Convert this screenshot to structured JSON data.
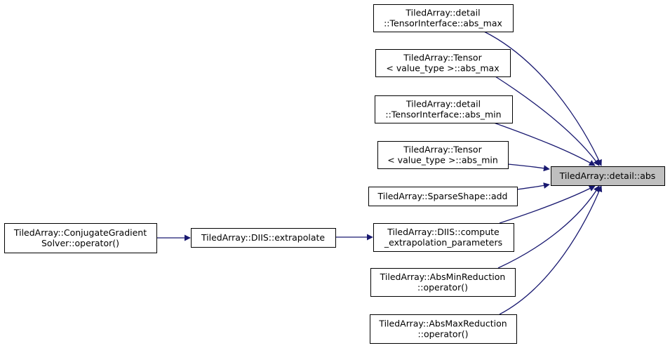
{
  "colors": {
    "edge": "#191970",
    "node_fill": "#ffffff",
    "focus_fill": "#bfbfbf",
    "node_stroke": "#000000"
  },
  "graph": {
    "focus": {
      "id": "abs",
      "lines": [
        "TiledArray::detail::abs"
      ]
    },
    "callers": [
      {
        "id": "ti_abs_max",
        "lines": [
          "TiledArray::detail",
          "::TensorInterface::abs_max"
        ]
      },
      {
        "id": "tensor_abs_max",
        "lines": [
          "TiledArray::Tensor",
          "< value_type >::abs_max"
        ]
      },
      {
        "id": "ti_abs_min",
        "lines": [
          "TiledArray::detail",
          "::TensorInterface::abs_min"
        ]
      },
      {
        "id": "tensor_abs_min",
        "lines": [
          "TiledArray::Tensor",
          "< value_type >::abs_min"
        ]
      },
      {
        "id": "sparse_add",
        "lines": [
          "TiledArray::SparseShape::add"
        ]
      },
      {
        "id": "diis_compute",
        "lines": [
          "TiledArray::DIIS::compute",
          "_extrapolation_parameters"
        ]
      },
      {
        "id": "absmin_op",
        "lines": [
          "TiledArray::AbsMinReduction",
          "::operator()"
        ]
      },
      {
        "id": "absmax_op",
        "lines": [
          "TiledArray::AbsMaxReduction",
          "::operator()"
        ]
      },
      {
        "id": "diis_extrapolate",
        "lines": [
          "TiledArray::DIIS::extrapolate"
        ]
      },
      {
        "id": "cg_solver",
        "lines": [
          "TiledArray::ConjugateGradient",
          "Solver::operator()"
        ]
      }
    ],
    "edges": [
      {
        "from": "ti_abs_max",
        "to": "abs"
      },
      {
        "from": "tensor_abs_max",
        "to": "abs"
      },
      {
        "from": "ti_abs_min",
        "to": "abs"
      },
      {
        "from": "tensor_abs_min",
        "to": "abs"
      },
      {
        "from": "sparse_add",
        "to": "abs"
      },
      {
        "from": "diis_compute",
        "to": "abs"
      },
      {
        "from": "absmin_op",
        "to": "abs"
      },
      {
        "from": "absmax_op",
        "to": "abs"
      },
      {
        "from": "diis_extrapolate",
        "to": "diis_compute"
      },
      {
        "from": "cg_solver",
        "to": "diis_extrapolate"
      }
    ]
  }
}
